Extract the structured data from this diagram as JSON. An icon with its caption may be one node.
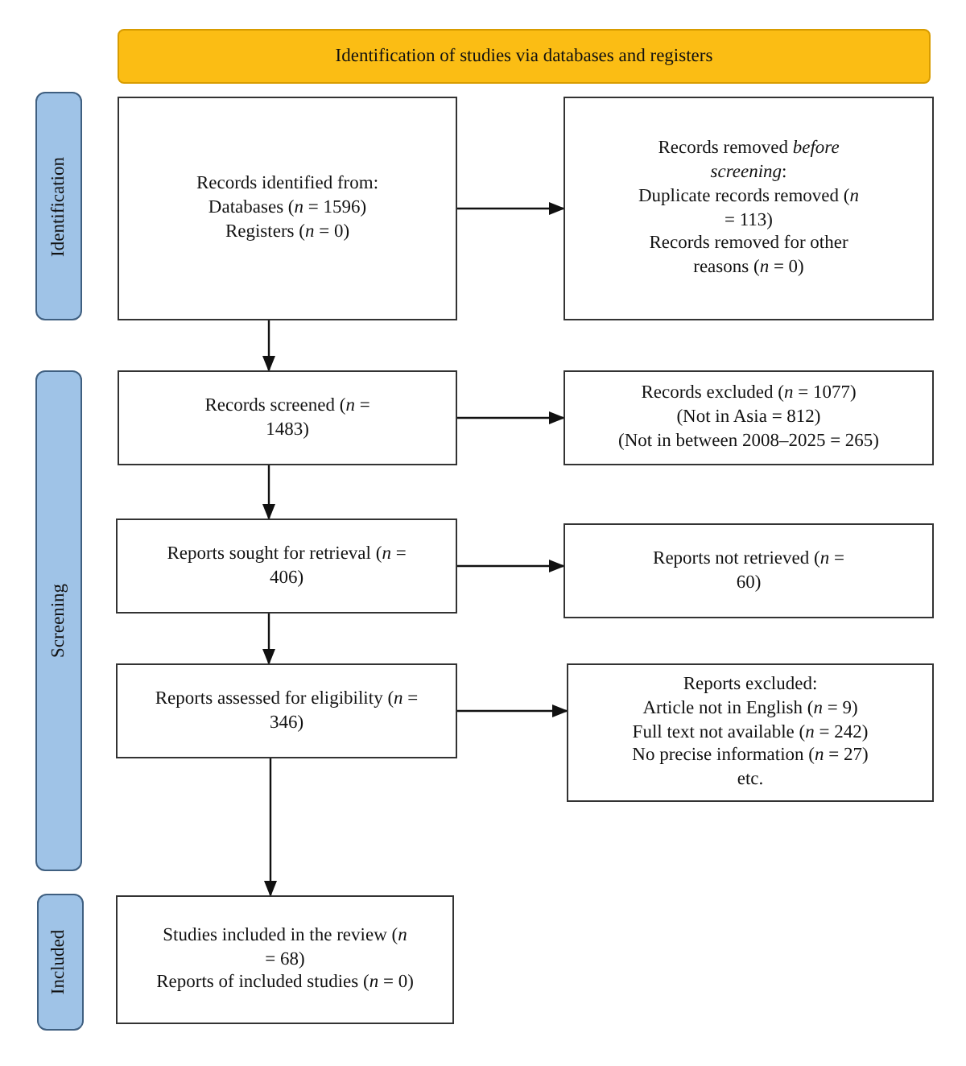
{
  "diagram": {
    "nodes": [
      {
        "text": [
          "Identification of studies via databases and registers"
        ]
      },
      {
        "text": [
          "Identification"
        ]
      },
      {
        "text": [
          "Records identified from:",
          "Databases (*n* = 1596)",
          "Registers (*n* = 0)"
        ]
      },
      {
        "text": [
          "Records removed *before screening*:",
          "Duplicate records removed (*n* = 113)",
          "Records removed for other reasons (*n* = 0)"
        ]
      },
      {
        "text": [
          "Screening"
        ]
      },
      {
        "text": [
          "Records screened (*n* = 1483)"
        ]
      },
      {
        "text": [
          "Records excluded (*n* = 1077)",
          "(Not in Asia = 812)",
          "(Not in between 2008–2025 = 265)"
        ]
      },
      {
        "text": [
          "Reports sought for retrieval (*n* = 406)"
        ]
      },
      {
        "text": [
          "Reports not retrieved (*n* = 60)"
        ]
      },
      {
        "text": [
          "Reports assessed for eligibility (*n* = 346)"
        ]
      },
      {
        "text": [
          "Reports excluded:",
          "Article not in English (*n* = 9)",
          "Full text not available (*n* = 242)",
          "No precise information (*n* = 27)",
          "etc."
        ]
      },
      {
        "text": [
          "Included"
        ]
      },
      {
        "text": [
          "Studies included in the review (*n* = 68)",
          "Reports of included studies (*n* = 0)"
        ]
      }
    ],
    "edges": [
      {
        "from": 2,
        "to": 3,
        "arrow": "to"
      },
      {
        "from": 2,
        "to": 5,
        "arrow": "to"
      },
      {
        "from": 5,
        "to": 6,
        "arrow": "to"
      },
      {
        "from": 5,
        "to": 7,
        "arrow": "to"
      },
      {
        "from": 7,
        "to": 8,
        "arrow": "to"
      },
      {
        "from": 7,
        "to": 9,
        "arrow": "to"
      },
      {
        "from": 9,
        "to": 10,
        "arrow": "to"
      },
      {
        "from": 9,
        "to": 12,
        "arrow": "to"
      }
    ]
  }
}
